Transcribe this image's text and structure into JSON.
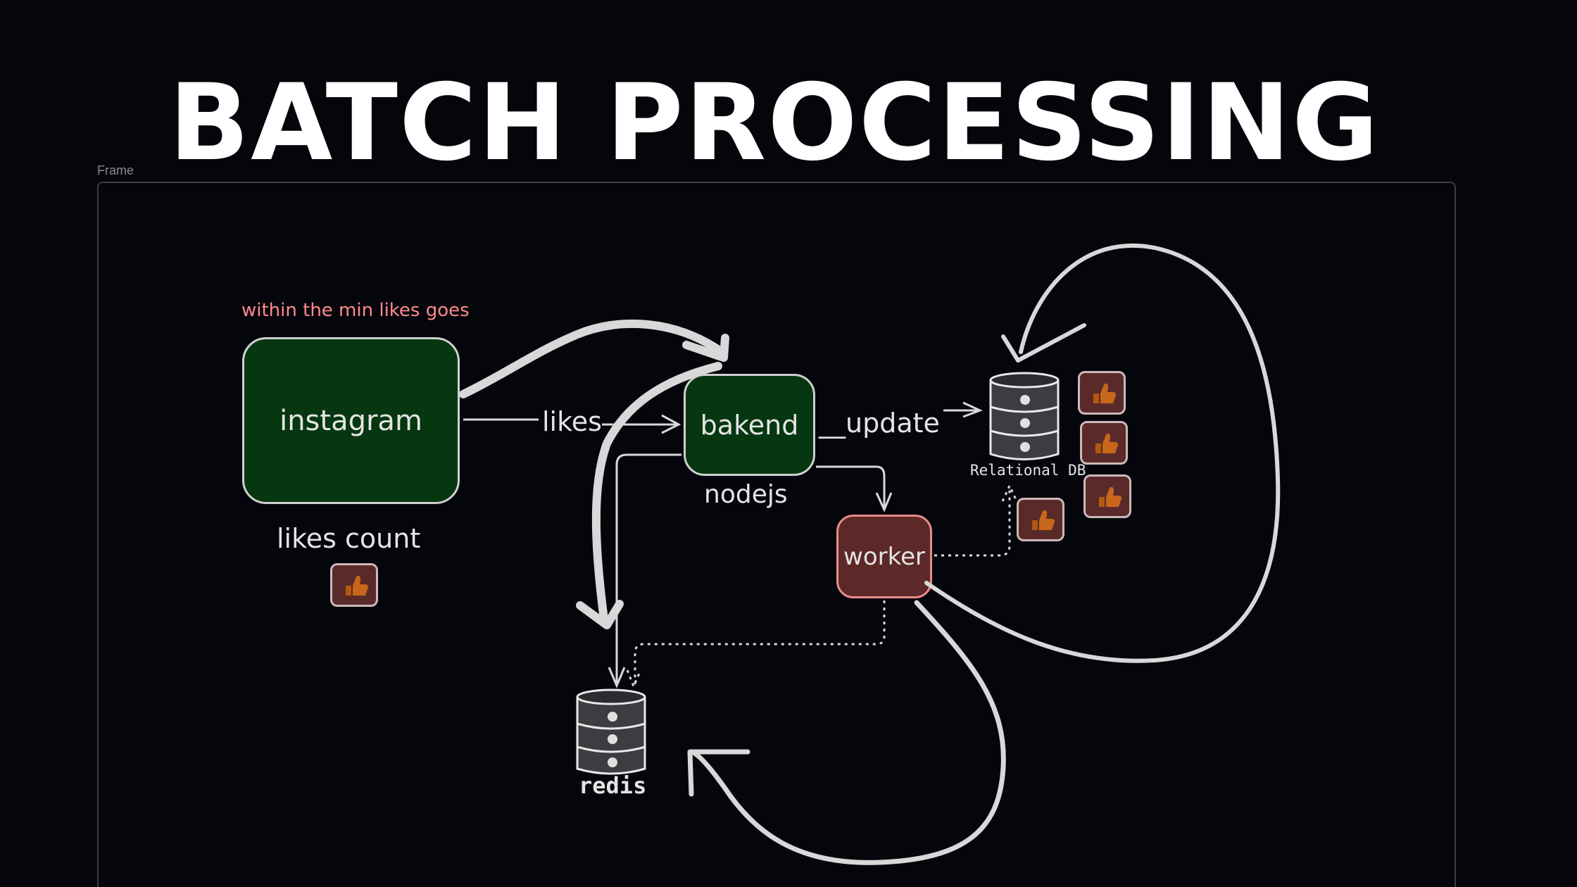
{
  "title": "BATCH PROCESSING",
  "frame_label": "Frame",
  "annotation": "within the min likes goes",
  "nodes": {
    "instagram": "instagram",
    "backend": "bakend",
    "backend_sub": "nodejs",
    "worker": "worker"
  },
  "labels": {
    "likes_count": "likes count",
    "likes_arrow": "likes",
    "update_arrow": "__update",
    "relational_db": "Relational DB",
    "redis": "redis"
  },
  "icons": {
    "thumb": "thumbs-up-icon",
    "database": "database-icon"
  },
  "colors": {
    "background": "#04060c",
    "node_green": "#063710",
    "node_red": "#5c2828",
    "annotation": "#ff8a8a",
    "stroke": "#d8d8d8"
  }
}
